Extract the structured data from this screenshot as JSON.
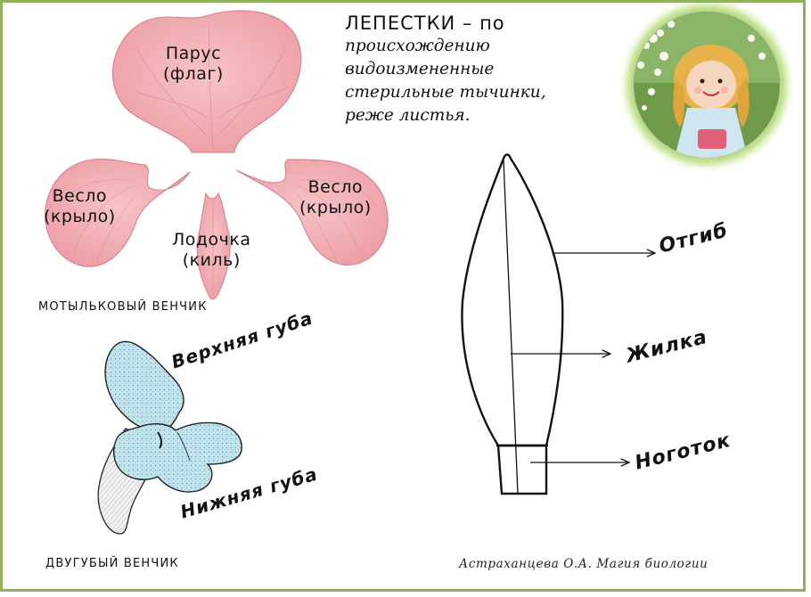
{
  "title": {
    "heading": "ЛЕПЕСТКИ – по",
    "lines": [
      "происхождению",
      "видоизмененные",
      "стерильные тычинки,",
      "реже листья."
    ]
  },
  "papilionaceous": {
    "caption": "МОТЫЛЬКОВЫЙ ВЕНЧИК",
    "sail": [
      "Парус",
      "(флаг)"
    ],
    "wing_left": [
      "Весло",
      "(крыло)"
    ],
    "wing_right": [
      "Весло",
      "(крыло)"
    ],
    "keel": [
      "Лодочка",
      "(киль)"
    ]
  },
  "bilabiate": {
    "caption": "ДВУГУБЫЙ ВЕНЧИК",
    "upper_lip": "Верхняя губа",
    "lower_lip": "Нижняя губа"
  },
  "petal_parts": {
    "blade": "Отгиб",
    "vein": "Жилка",
    "claw": "Ноготок"
  },
  "author": "Астраханцева О.А. Магия биологии",
  "colors": {
    "border": "#8fb25a",
    "petal_pink": "#efa7ad",
    "petal_edge": "#d98890",
    "lip_blue": "#b9dfea",
    "photo_glow": "#d8f0a8"
  }
}
